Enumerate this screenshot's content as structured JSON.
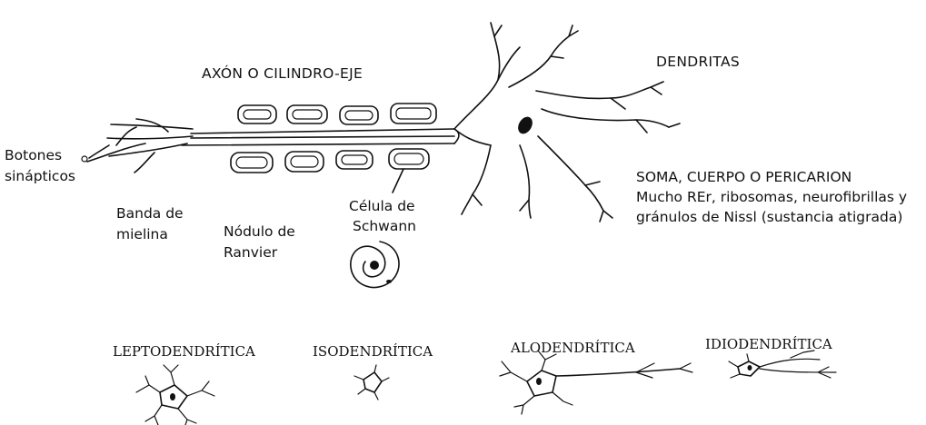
{
  "labels": {
    "axon": "AXÓN O CILINDRO-EJE",
    "dendritas": "DENDRITAS",
    "botones_1": "Botones",
    "botones_2": "sinápticos",
    "banda_1": "Banda de",
    "banda_2": "mielina",
    "nodulo_1": "Nódulo de",
    "nodulo_2": "Ranvier",
    "celula_1": "Célula de",
    "celula_2": "Schwann",
    "soma_1": "SOMA, CUERPO O PERICARION",
    "soma_2": "Mucho REr, ribosomas, neurofibrillas y",
    "soma_3": "gránulos de Nissl (sustancia atigrada)"
  },
  "types": {
    "lepto": "LEPTODENDRÍTICA",
    "iso": "ISODENDRÍTICA",
    "alo": "ALODENDRÍTICA",
    "idio": "IDIODENDRÍTICA"
  }
}
